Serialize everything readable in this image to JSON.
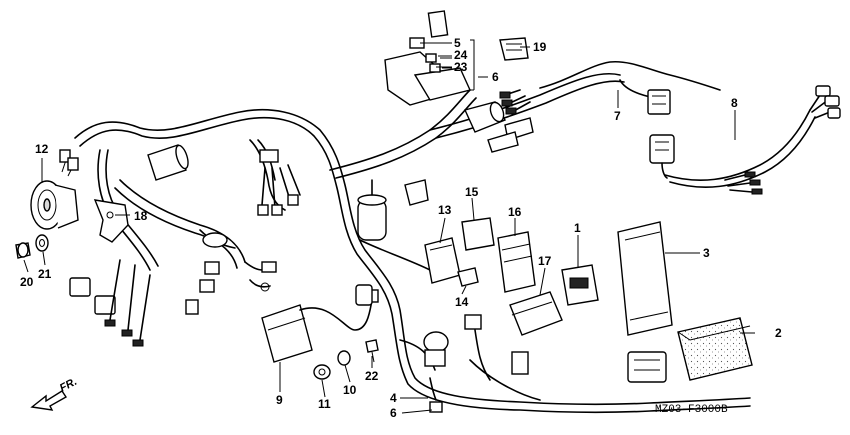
{
  "diagram": {
    "labels": [
      "1",
      "2",
      "3",
      "4",
      "5",
      "6",
      "6",
      "7",
      "8",
      "9",
      "10",
      "11",
      "12",
      "13",
      "14",
      "15",
      "16",
      "17",
      "18",
      "19",
      "20",
      "21",
      "22",
      "23",
      "24"
    ],
    "direction_label": "FR.",
    "code": "MZ03-F3000B"
  }
}
